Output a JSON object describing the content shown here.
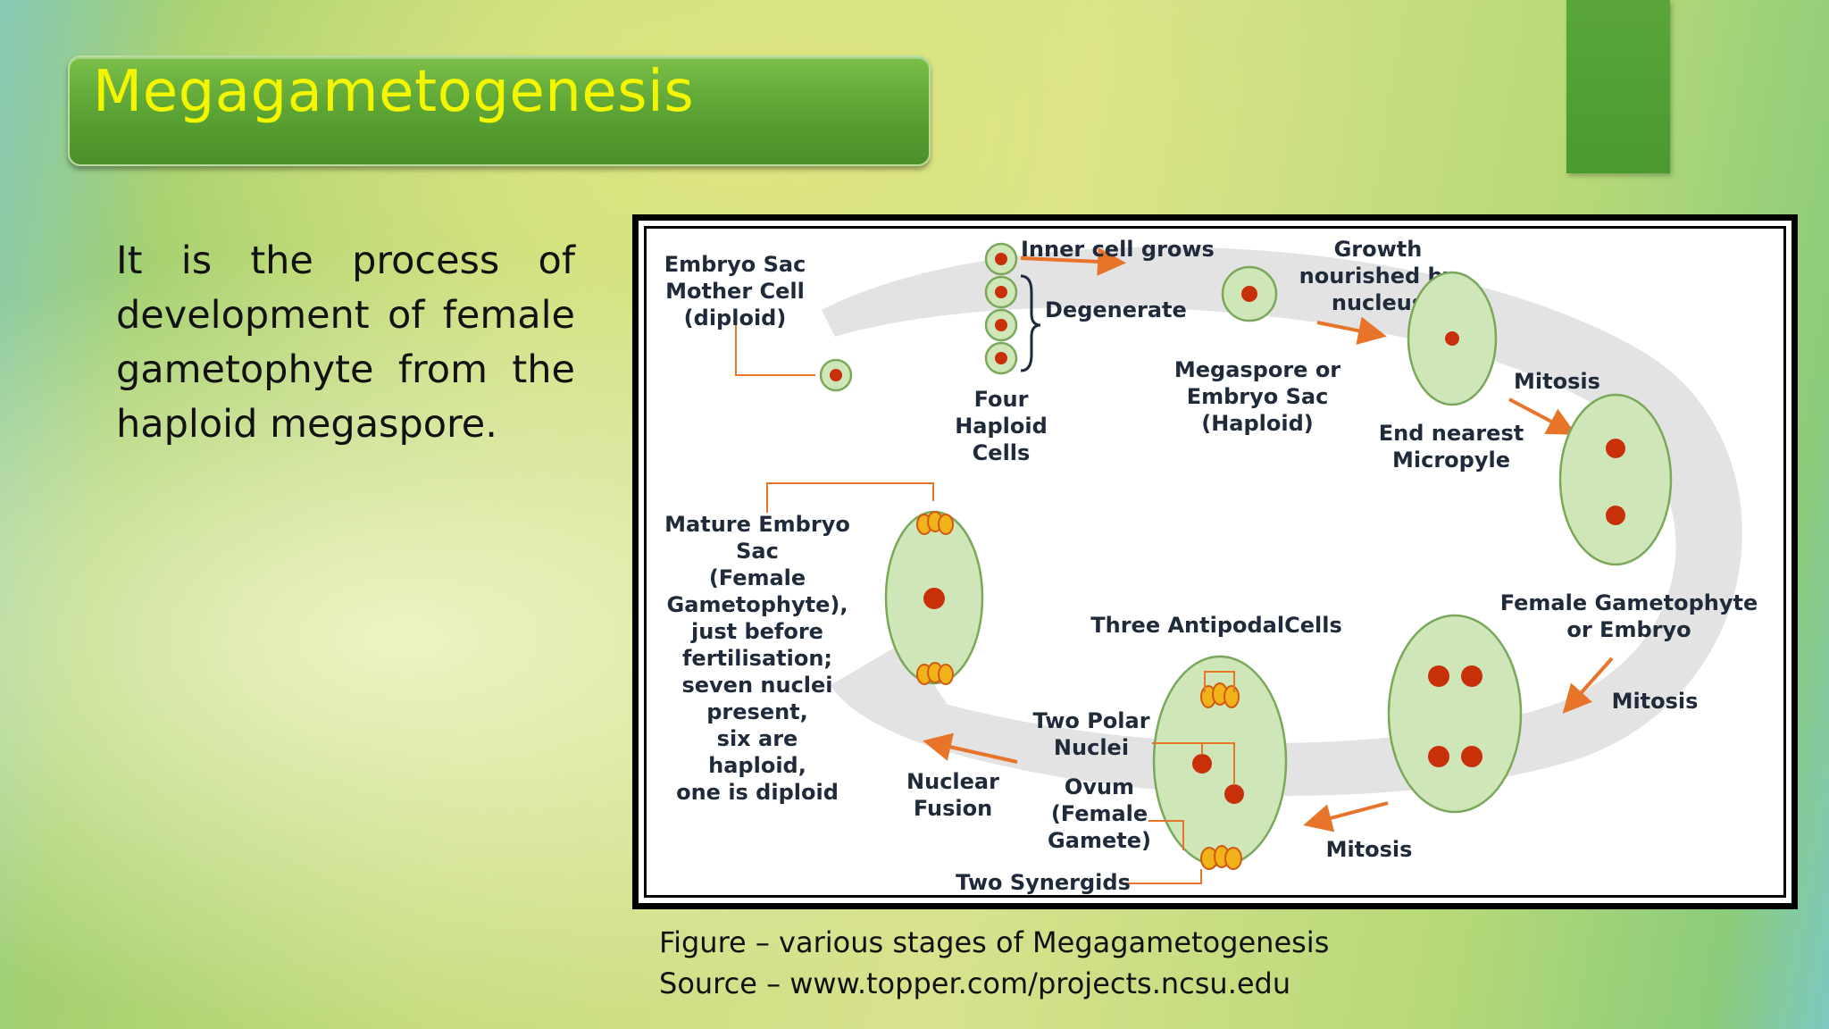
{
  "slide": {
    "title": "Megagametogenesis",
    "body": "It is the process of development of female gametophyte from the haploid megaspore."
  },
  "figure": {
    "labels": {
      "emc1": "Embryo Sac",
      "emc2": "Mother Cell",
      "emc3": "(diploid)",
      "inner_cell": "Inner cell grows",
      "degenerate": "Degenerate",
      "four1": "Four",
      "four2": "Haploid",
      "four3": "Cells",
      "growth1": "Growth",
      "growth2": "nourished by",
      "growth3": "nucleus",
      "mega1": "Megaspore or",
      "mega2": "Embryo Sac",
      "mega3": "(Haploid)",
      "mitosis1": "Mitosis",
      "end1": "End nearest",
      "end2": "Micropyle",
      "fg1": "Female Gametophyte",
      "fg2": "or Embryo",
      "mitosis2": "Mitosis",
      "mitosis3": "Mitosis",
      "antipodal": "Three AntipodalCells",
      "polar1": "Two Polar",
      "polar2": "Nuclei",
      "ovum1": "Ovum",
      "ovum2": "(Female",
      "ovum3": "Gamete)",
      "synergids": "Two Synergids",
      "fusion1": "Nuclear",
      "fusion2": "Fusion",
      "mature1": "Mature Embryo",
      "mature2": "Sac",
      "mature3": "(Female",
      "mature4": "Gametophyte),",
      "mature5": "just before",
      "mature6": "fertilisation;",
      "mature7": "seven nuclei",
      "mature8": "present,",
      "mature9": "six are",
      "mature10": "haploid,",
      "mature11": "one is diploid"
    },
    "colors": {
      "cell_fill": "#cfe6b8",
      "cell_stroke": "#7aa85a",
      "nucleus": "#c8300a",
      "arrow": "#e8742a",
      "cycle_band": "#e3e3e3"
    }
  },
  "caption": {
    "line1": "Figure – various stages of Megagametogenesis",
    "line2": "Source – www.topper.com/projects.ncsu.edu"
  }
}
